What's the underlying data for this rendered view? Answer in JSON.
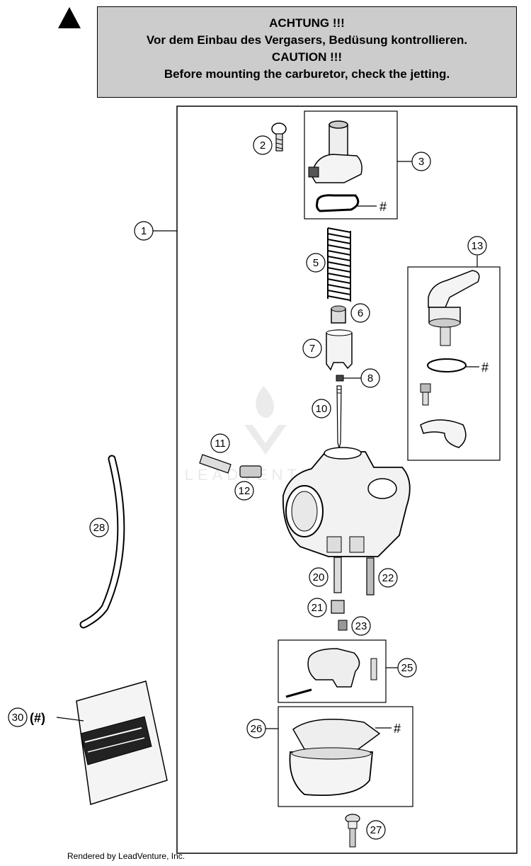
{
  "warning": {
    "icon": "warning-triangle-icon",
    "lines": [
      "ACHTUNG !!!",
      "Vor dem Einbau des Vergasers, Bedüsung kontrollieren.",
      "CAUTION !!!",
      "Before mounting the carburetor, check the jetting."
    ]
  },
  "callouts": {
    "c1": "1",
    "c2": "2",
    "c3": "3",
    "c5": "5",
    "c6": "6",
    "c7": "7",
    "c8": "8",
    "c10": "10",
    "c11": "11",
    "c12": "12",
    "c13": "13",
    "c20": "20",
    "c21": "21",
    "c22": "22",
    "c23": "23",
    "c25": "25",
    "c26": "26",
    "c27": "27",
    "c28": "28",
    "c30": "30"
  },
  "markers": {
    "hash3": "#",
    "hash13": "#",
    "hash26": "#",
    "hash30": "(#)"
  },
  "watermark": "LEADVENTURE",
  "footer": "Rendered by LeadVenture, Inc."
}
